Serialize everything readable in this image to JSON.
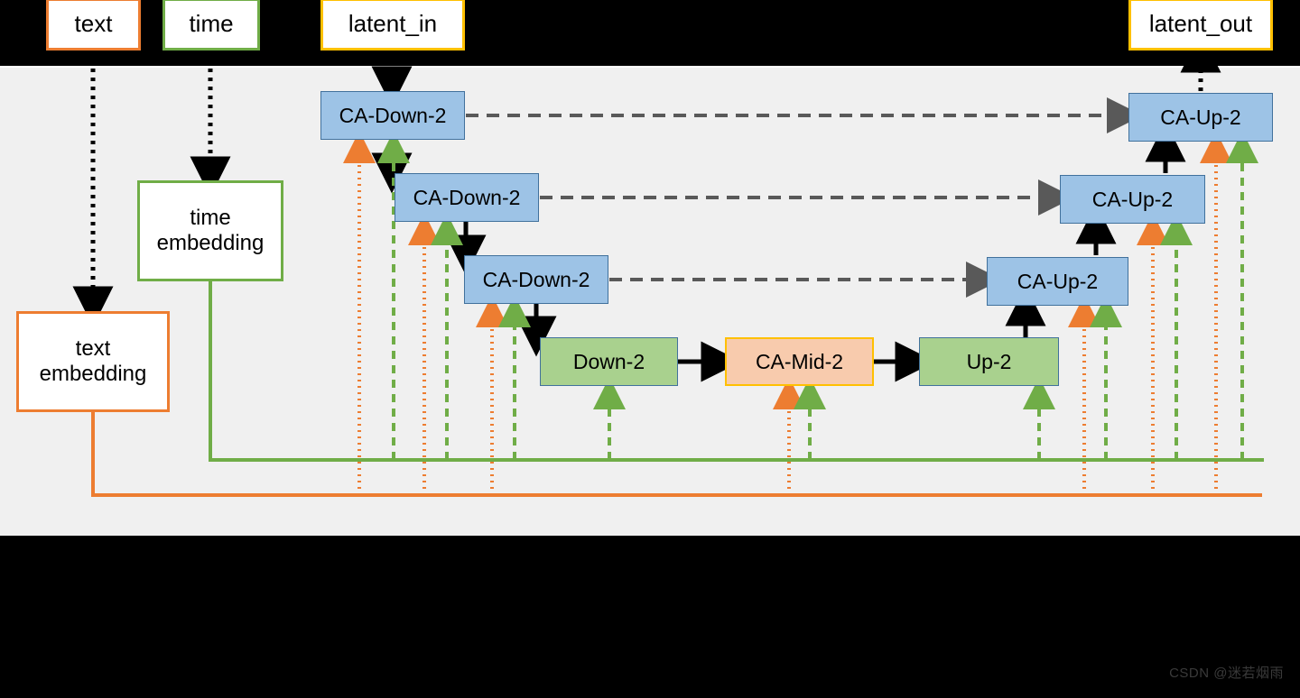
{
  "figure": {
    "background_top_bar": "#000000",
    "canvas_background": "#f0f0f0",
    "watermark": "CSDN @迷若烟雨"
  },
  "palette": {
    "blue_fill": "#9dc3e6",
    "blue_border": "#41719c",
    "green_fill": "#a9d18e",
    "peach_fill": "#f8cbad",
    "gold_border": "#ffc000",
    "orange": "#ed7d31",
    "green": "#70ad47",
    "black": "#000000",
    "skip_gray": "#595959"
  },
  "io_nodes": [
    {
      "id": "text",
      "label": "text",
      "border": "#ed7d31"
    },
    {
      "id": "time",
      "label": "time",
      "border": "#70ad47"
    },
    {
      "id": "latent_in",
      "label": "latent_in",
      "border": "#ffc000"
    },
    {
      "id": "latent_out",
      "label": "latent_out",
      "border": "#ffc000"
    }
  ],
  "embedding_nodes": [
    {
      "id": "time_embedding",
      "label": "time\nembedding",
      "line1": "time",
      "line2": "embedding",
      "border": "#70ad47"
    },
    {
      "id": "text_embedding",
      "label": "text\nembedding",
      "line1": "text",
      "line2": "embedding",
      "border": "#ed7d31"
    }
  ],
  "down_blocks": [
    {
      "id": "ca-down-2-1",
      "label": "CA-Down-2"
    },
    {
      "id": "ca-down-2-2",
      "label": "CA-Down-2"
    },
    {
      "id": "ca-down-2-3",
      "label": "CA-Down-2"
    },
    {
      "id": "down-2",
      "label": "Down-2"
    }
  ],
  "mid_block": {
    "id": "ca-mid-2",
    "label": "CA-Mid-2"
  },
  "up_blocks": [
    {
      "id": "up-2",
      "label": "Up-2"
    },
    {
      "id": "ca-up-2-3",
      "label": "CA-Up-2"
    },
    {
      "id": "ca-up-2-2",
      "label": "CA-Up-2"
    },
    {
      "id": "ca-up-2-1",
      "label": "CA-Up-2"
    }
  ],
  "connections": {
    "skip_count": 3,
    "skip_style": "dashed-gray",
    "text_cond_style": "dotted-orange",
    "time_cond_style": "dashed-green",
    "flow_style": "solid-black"
  }
}
